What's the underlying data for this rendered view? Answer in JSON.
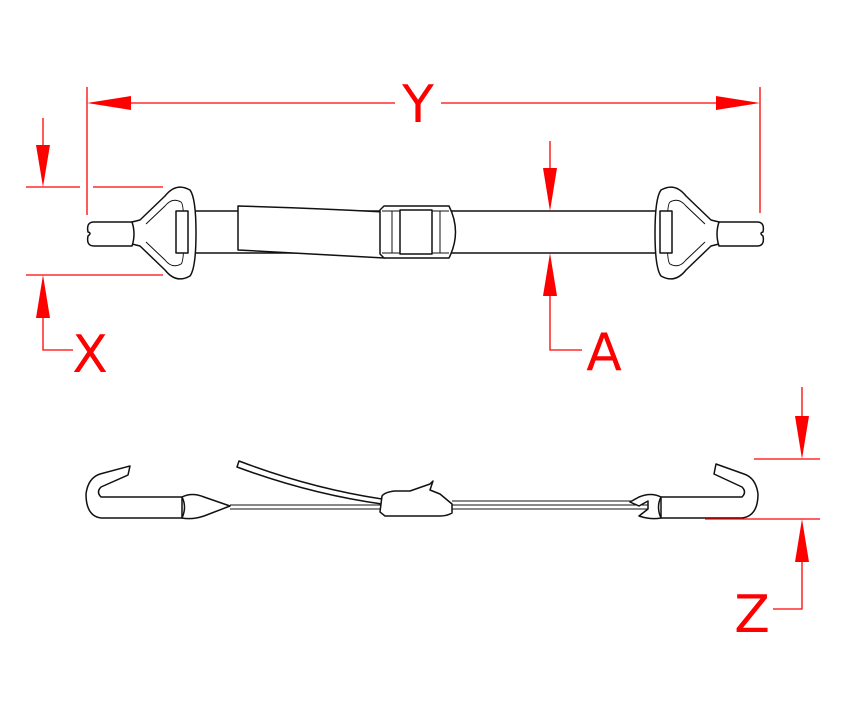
{
  "diagram": {
    "type": "technical-drawing",
    "subject": "Cam buckle tie-down strap with end hooks",
    "views": [
      {
        "name": "top-view",
        "description": "Strap with two wire-loop D-rings and cam buckle"
      },
      {
        "name": "side-view",
        "description": "Strap with S/J hooks at each end, buckle and loose tail"
      }
    ],
    "dimensions": {
      "Y": {
        "label": "Y",
        "meaning": "overall length"
      },
      "X": {
        "label": "X",
        "meaning": "end fitting width"
      },
      "A": {
        "label": "A",
        "meaning": "strap width"
      },
      "Z": {
        "label": "Z",
        "meaning": "hook height"
      }
    },
    "colors": {
      "dimension": "#ff0000",
      "outline": "#111111",
      "background": "#ffffff"
    }
  }
}
